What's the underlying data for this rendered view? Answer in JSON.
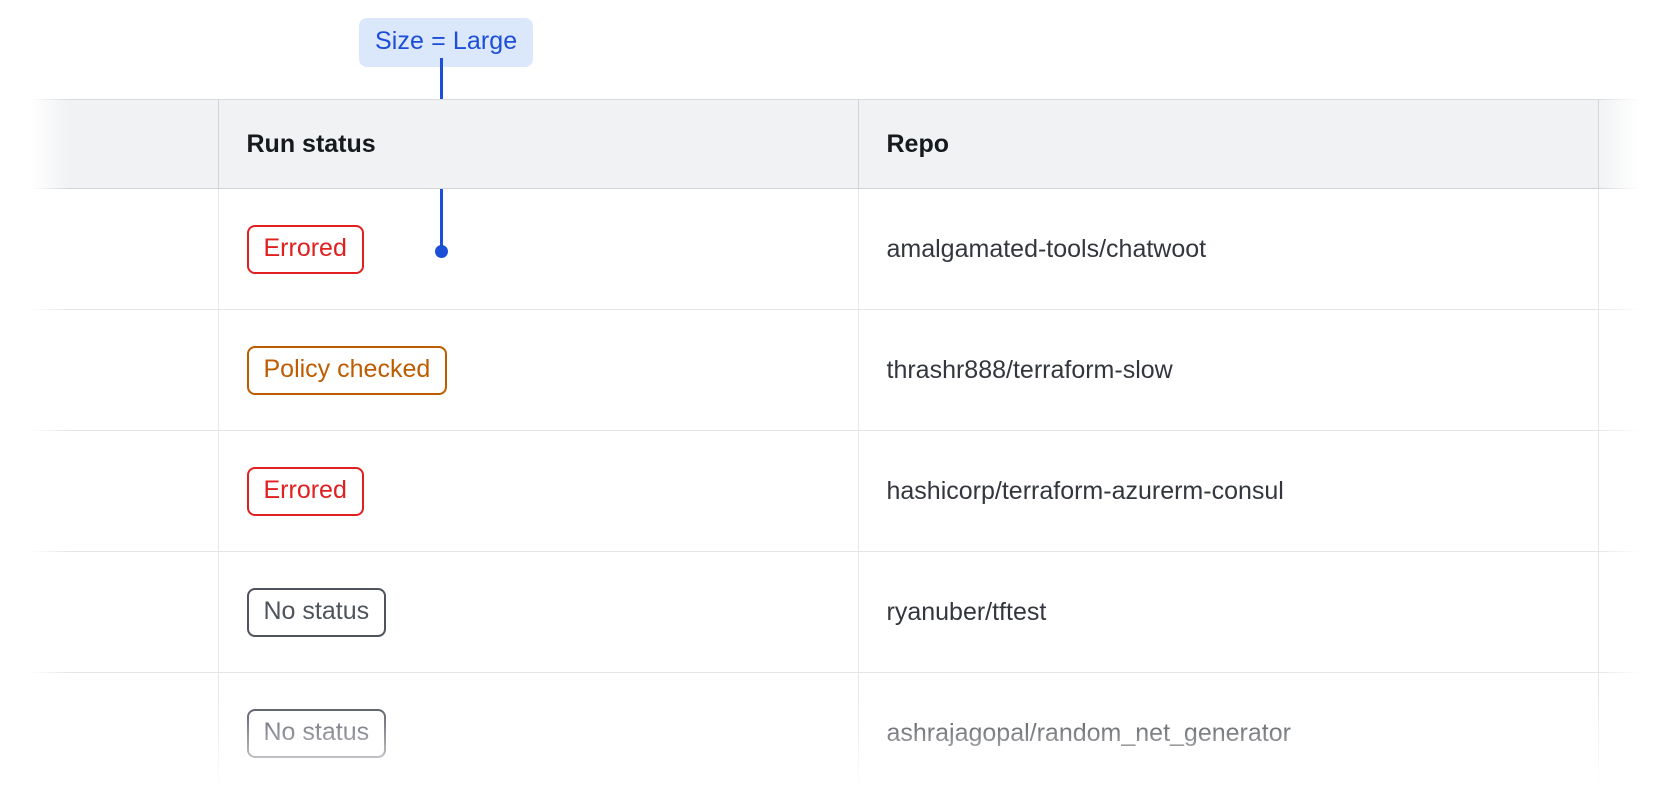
{
  "annotation": {
    "label": "Size = Large",
    "accent_color": "#1b4fd8",
    "background_color": "#dbe7fb"
  },
  "table": {
    "columns": [
      {
        "key": "select",
        "label": ""
      },
      {
        "key": "run_status",
        "label": "Run status"
      },
      {
        "key": "repo",
        "label": "Repo"
      },
      {
        "key": "extra",
        "label": ""
      }
    ],
    "rows": [
      {
        "run_status": "Errored",
        "status_variant": "errored",
        "repo": "amalgamated-tools/chatwoot"
      },
      {
        "run_status": "Policy checked",
        "status_variant": "policy-checked",
        "repo": "thrashr888/terraform-slow"
      },
      {
        "run_status": "Errored",
        "status_variant": "errored",
        "repo": "hashicorp/terraform-azurerm-consul"
      },
      {
        "run_status": "No status",
        "status_variant": "no-status",
        "repo": "ryanuber/tftest"
      },
      {
        "run_status": "No status",
        "status_variant": "no-status",
        "repo": "ashrajagopal/random_net_generator"
      }
    ],
    "status_colors": {
      "errored": "#e02020",
      "policy-checked": "#bd5c00",
      "no-status": "#4e535c"
    },
    "header_background": "#f1f2f4",
    "border_color": "#e3e5e8"
  }
}
